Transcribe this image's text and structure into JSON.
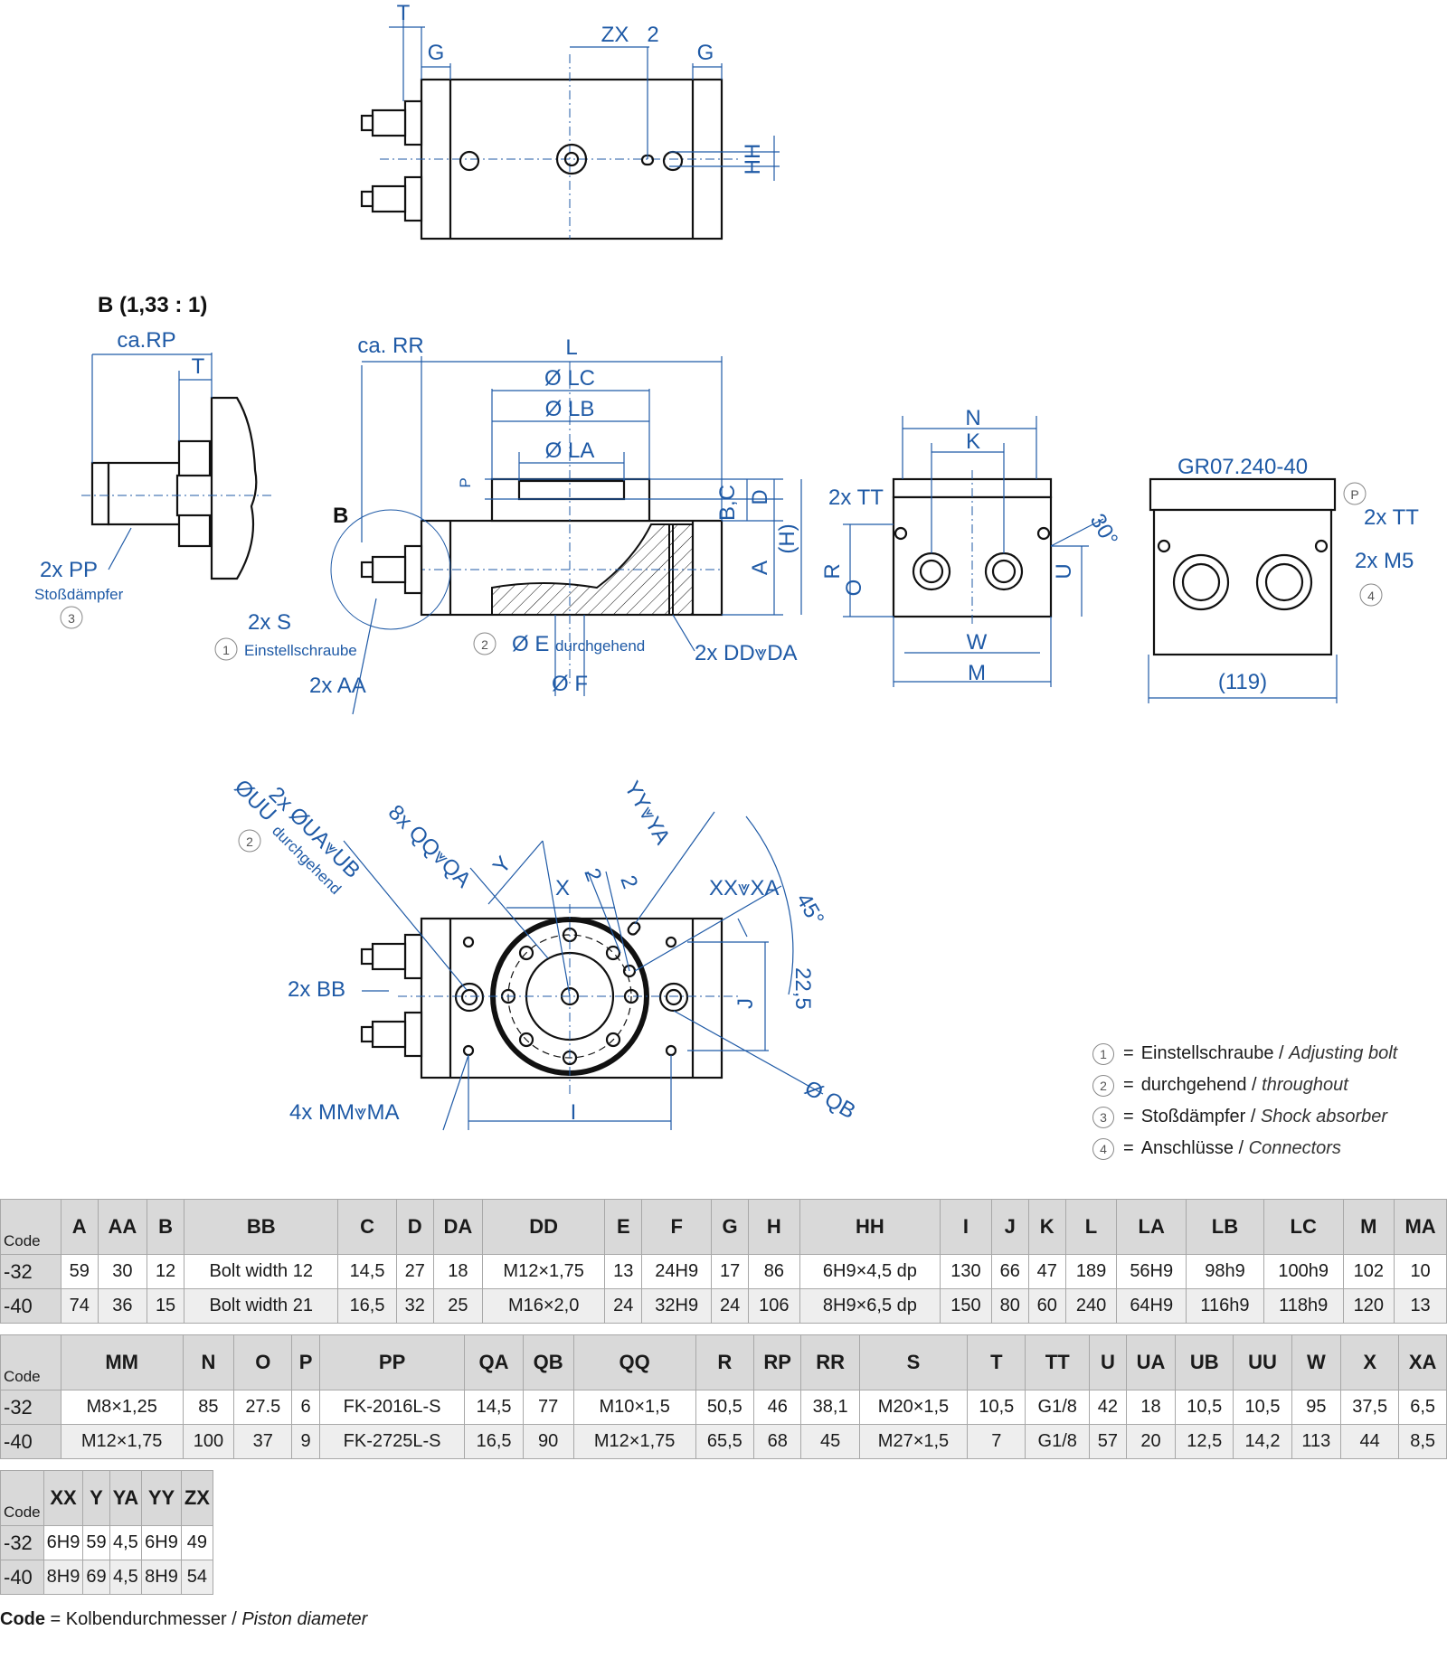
{
  "drawing": {
    "detail_label": "B (1,33 : 1)",
    "detail_ref": "B",
    "model": "GR07.240-40",
    "dims": {
      "T": "T",
      "G": "G",
      "ZX": "ZX",
      "two": "2",
      "HH": "HH",
      "caRP": "ca.RP",
      "caRR": "ca. RR",
      "L": "L",
      "LC": "Ø LC",
      "LB": "Ø LB",
      "LA": "Ø LA",
      "P": "P",
      "BC": "B,C",
      "D": "D",
      "A": "A",
      "H": "(H)",
      "N": "N",
      "K": "K",
      "TT": "2x TT",
      "R": "R",
      "O": "O",
      "U": "U",
      "W": "W",
      "M": "M",
      "a30": "30°",
      "w119": "(119)",
      "M5": "2x M5",
      "PP": "2x PP",
      "PP_sub": "Stoßdämpfer",
      "S": "2x S",
      "S_sub": "Einstellschraube",
      "AA": "2x AA",
      "E": "Ø E",
      "E_sub": "durchgehend",
      "F": "Ø F",
      "DD": "2x DD⩔DA",
      "UA": "2x ØUA⩔UB",
      "UU": "ØUU",
      "UU_sub": "durchgehend",
      "QQ": "8x QQ⩔QA",
      "YY": "YY⩔YA",
      "Y": "Y",
      "X": "X",
      "XX": "XX⩔XA",
      "a45": "45°",
      "a22": "22,5",
      "J": "J",
      "BB": "2x BB",
      "QB": "Ø QB",
      "MM": "4x MM⩔MA",
      "I": "I",
      "P_circle": "P"
    },
    "circles": {
      "c1": "1",
      "c2": "2",
      "c3": "3",
      "c4": "4"
    }
  },
  "legend": [
    {
      "num": "1",
      "de": "Einstellschraube",
      "en": "Adjusting bolt"
    },
    {
      "num": "2",
      "de": "durchgehend",
      "en": "throughout"
    },
    {
      "num": "3",
      "de": "Stoßdämpfer",
      "en": "Shock absorber"
    },
    {
      "num": "4",
      "de": "Anschlüsse",
      "en": "Connectors"
    }
  ],
  "tables": [
    {
      "headers": [
        "Code",
        "A",
        "AA",
        "B",
        "BB",
        "C",
        "D",
        "DA",
        "DD",
        "E",
        "F",
        "G",
        "H",
        "HH",
        "I",
        "J",
        "K",
        "L",
        "LA",
        "LB",
        "LC",
        "M",
        "MA"
      ],
      "rows": [
        [
          "-32",
          "59",
          "30",
          "12",
          "Bolt width 12",
          "14,5",
          "27",
          "18",
          "M12×1,75",
          "13",
          "24H9",
          "17",
          "86",
          "6H9×4,5 dp",
          "130",
          "66",
          "47",
          "189",
          "56H9",
          "98h9",
          "100h9",
          "102",
          "10"
        ],
        [
          "-40",
          "74",
          "36",
          "15",
          "Bolt width 21",
          "16,5",
          "32",
          "25",
          "M16×2,0",
          "24",
          "32H9",
          "24",
          "106",
          "8H9×6,5 dp",
          "150",
          "80",
          "60",
          "240",
          "64H9",
          "116h9",
          "118h9",
          "120",
          "13"
        ]
      ]
    },
    {
      "headers": [
        "Code",
        "MM",
        "N",
        "O",
        "P",
        "PP",
        "QA",
        "QB",
        "QQ",
        "R",
        "RP",
        "RR",
        "S",
        "T",
        "TT",
        "U",
        "UA",
        "UB",
        "UU",
        "W",
        "X",
        "XA"
      ],
      "rows": [
        [
          "-32",
          "M8×1,25",
          "85",
          "27.5",
          "6",
          "FK-2016L-S",
          "14,5",
          "77",
          "M10×1,5",
          "50,5",
          "46",
          "38,1",
          "M20×1,5",
          "10,5",
          "G1/8",
          "42",
          "18",
          "10,5",
          "10,5",
          "95",
          "37,5",
          "6,5"
        ],
        [
          "-40",
          "M12×1,75",
          "100",
          "37",
          "9",
          "FK-2725L-S",
          "16,5",
          "90",
          "M12×1,75",
          "65,5",
          "68",
          "45",
          "M27×1,5",
          "7",
          "G1/8",
          "57",
          "20",
          "12,5",
          "14,2",
          "113",
          "44",
          "8,5"
        ]
      ]
    },
    {
      "headers": [
        "Code",
        "XX",
        "Y",
        "YA",
        "YY",
        "ZX"
      ],
      "rows": [
        [
          "-32",
          "6H9",
          "59",
          "4,5",
          "6H9",
          "49"
        ],
        [
          "-40",
          "8H9",
          "69",
          "4,5",
          "8H9",
          "54"
        ]
      ]
    }
  ],
  "footnote": {
    "code": "Code",
    "de": "Kolbendurchmesser",
    "en": "Piston diameter"
  }
}
